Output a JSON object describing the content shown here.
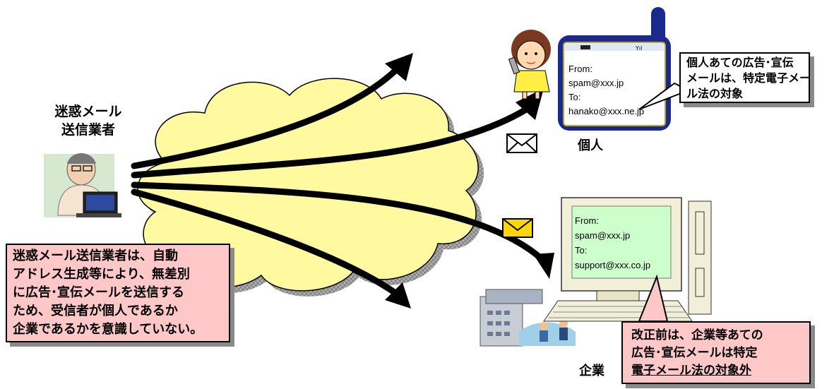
{
  "sender": {
    "label_lines": [
      "迷惑メール",
      "送信業者"
    ]
  },
  "sender_note": {
    "lines": [
      "迷惑メール送信業者は、自動",
      "アドレス生成等により、無差別",
      "に広告･宣伝メールを送信する",
      "ため、受信者が個人であるか",
      "企業であるかを意識していない。"
    ]
  },
  "individual": {
    "label": "個人",
    "phone_screen": [
      "From:",
      "spam@xxx.jp",
      "To:",
      "hanako@xxx.ne.jp"
    ],
    "callout": [
      "個人あての広告･宣伝",
      "メールは、特定電子メー",
      "ル法の対象"
    ]
  },
  "company": {
    "label": "企業",
    "pc_screen": [
      "From:",
      "spam@xxx.jp",
      "To:",
      "support@xxx.co.jp"
    ],
    "callout": [
      "改正前は、企業等あての",
      "広告･宣伝メールは特定",
      "電子メール法の対象外"
    ]
  },
  "colors": {
    "cloud": "#fffaa0",
    "note_fill": "#ffc8c8",
    "pc_screen": "#ccffcc",
    "envelope_yellow": "#ffd700",
    "phone_body": "#1a2a8c"
  }
}
